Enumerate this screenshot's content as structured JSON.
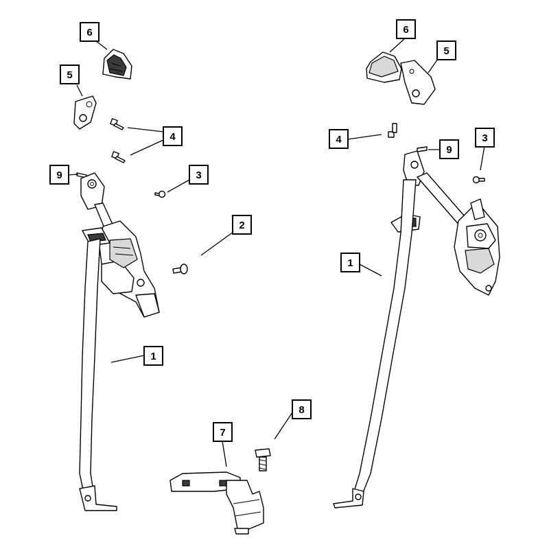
{
  "callouts": {
    "left_1": "1",
    "left_2": "2",
    "left_3": "3",
    "left_4": "4",
    "left_5": "5",
    "left_6": "6",
    "left_9": "9",
    "right_1": "1",
    "right_3": "3",
    "right_4": "4",
    "right_5": "5",
    "right_6": "6",
    "right_9": "9",
    "bottom_7": "7",
    "bottom_8": "8"
  },
  "colors": {
    "line": "#000000",
    "background": "#ffffff"
  }
}
